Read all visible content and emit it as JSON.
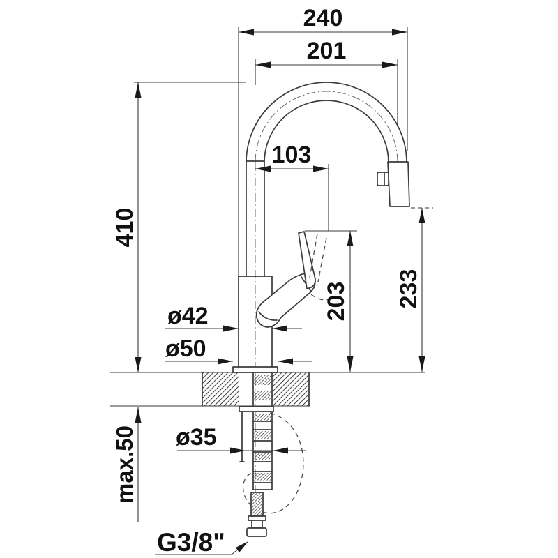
{
  "drawing": {
    "name": "kitchen-faucet-installation-dimension-drawing",
    "dimensions": {
      "overall_depth": "240",
      "spout_reach": "201",
      "spout_offset": "103",
      "height_above_counter": "410",
      "spray_head_clearance": "233",
      "handle_top_height": "203",
      "body_diameter": "ø42",
      "base_diameter": "ø50",
      "mounting_hole_diameter": "ø35",
      "max_counter_thickness": "max.50",
      "connection_thread": "G3/8\""
    },
    "colors": {
      "line": "#3a3a3a",
      "text": "#111111",
      "background": "#ffffff"
    }
  }
}
